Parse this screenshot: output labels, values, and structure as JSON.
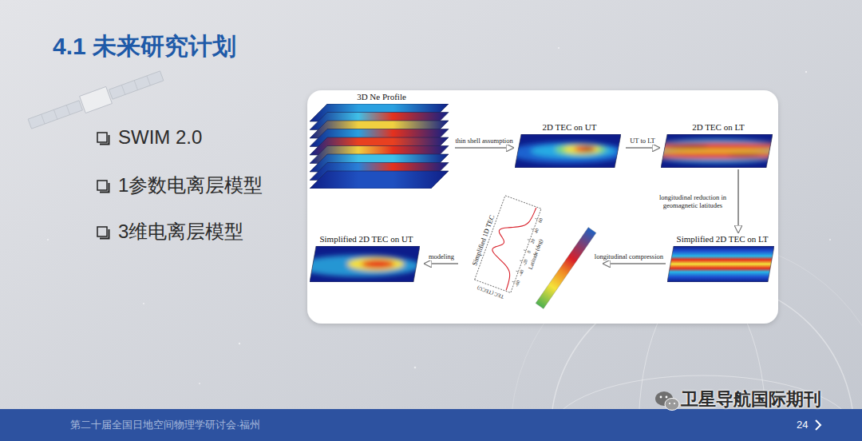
{
  "diagram": {
    "title": "4.1 未来研究计划",
    "nodes": [
      {
        "text": [
          "3D Ne Profile"
        ]
      },
      {
        "text": [
          "2D TEC on UT"
        ]
      },
      {
        "text": [
          "2D TEC on LT"
        ]
      },
      {
        "text": [
          "Simplified 2D TEC on LT"
        ]
      },
      {
        "text": [
          "Simplified 1D TEC"
        ]
      },
      {
        "text": [
          "Simplified 2D TEC on UT"
        ]
      }
    ],
    "edges": [
      {
        "from": 0,
        "to": 1,
        "label": "thin shell assumption",
        "arrow": "to"
      },
      {
        "from": 1,
        "to": 2,
        "label": "UT to LT",
        "arrow": "to"
      },
      {
        "from": 2,
        "to": 3,
        "label": "longitudinal reduction in geomagnetic latitudes",
        "arrow": "to"
      },
      {
        "from": 3,
        "to": 4,
        "label": "longitudinal compression",
        "arrow": "to"
      },
      {
        "from": 4,
        "to": 5,
        "label": "modeling",
        "arrow": "to"
      }
    ],
    "labels": [
      "SWIM 2.0",
      "1参数电离层模型",
      "3维电离层模型",
      "TEC (TECU)",
      "Latitude (deg)",
      "-60",
      "-40",
      "-20",
      "0",
      "20",
      "40",
      "60",
      "第二十届全国日地空间物理学研讨会·福州",
      "24",
      "卫星导航国际期刊"
    ]
  }
}
